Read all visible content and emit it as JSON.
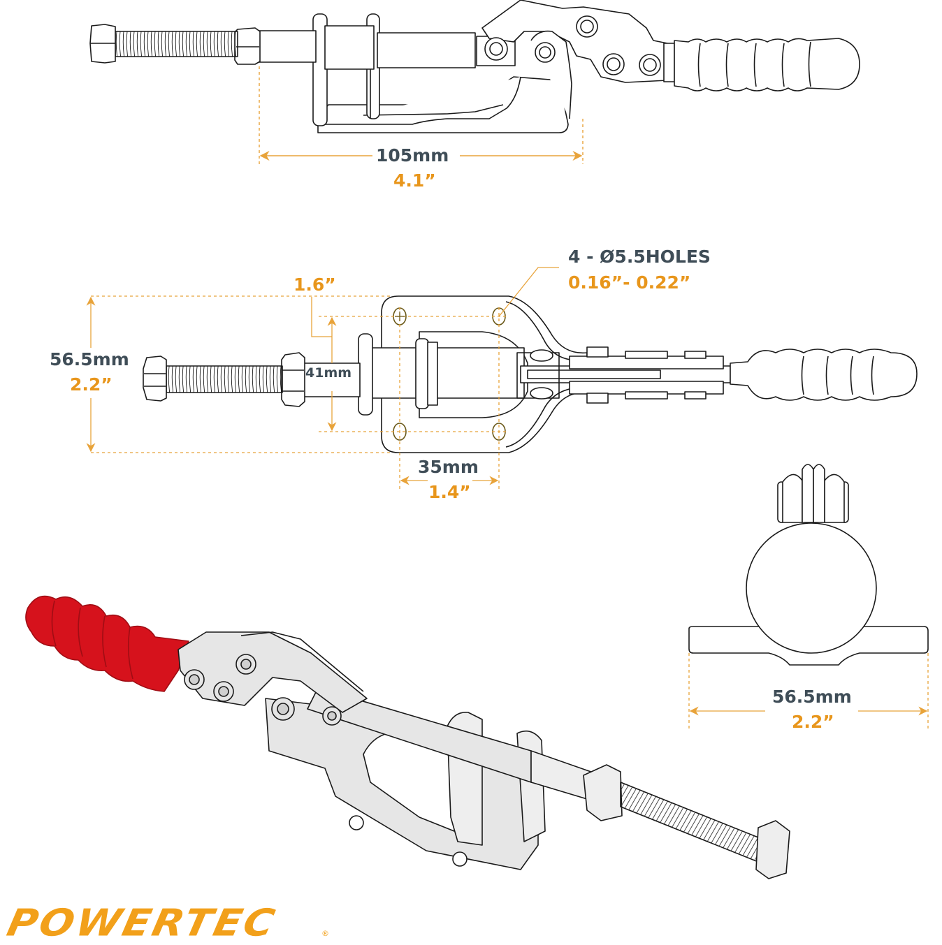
{
  "brand": {
    "logo_text": "POWERTEC",
    "registered_mark": "®",
    "color": "#f2a01a"
  },
  "colors": {
    "metric_text": "#3f4d57",
    "imperial_text": "#e8961c",
    "dimension_line": "#e8a33a",
    "handle_red": "#d6121c",
    "outline": "#1a1a1a",
    "metal_fill": "#e6e6e6"
  },
  "views": {
    "side_view": {
      "dimension": {
        "metric": "105mm",
        "imperial": "4.1”"
      }
    },
    "top_view": {
      "holes_callout": {
        "metric": "4 - Ø5.5HOLES",
        "imperial": "0.16”- 0.22”"
      },
      "overall_height": {
        "metric": "56.5mm",
        "imperial": "2.2”"
      },
      "hole_spacing_vertical": {
        "metric": "41mm",
        "imperial": "1.6”"
      },
      "hole_spacing_horizontal": {
        "metric": "35mm",
        "imperial": "1.4”"
      }
    },
    "end_view": {
      "dimension": {
        "metric": "56.5mm",
        "imperial": "2.2”"
      }
    },
    "isometric_view": {
      "handle_color": "red"
    }
  }
}
